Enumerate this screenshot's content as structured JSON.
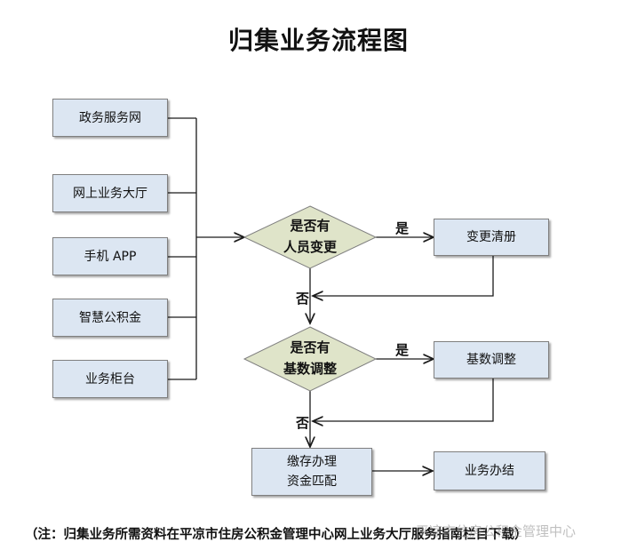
{
  "title": "归集业务流程图",
  "channels": [
    {
      "label": "政务服务网"
    },
    {
      "label": "网上业务大厅"
    },
    {
      "label": "手机 APP"
    },
    {
      "label": "智慧公积金"
    },
    {
      "label": "业务柜台"
    }
  ],
  "decision1": {
    "line1": "是否有",
    "line2": "人员变更"
  },
  "decision2": {
    "line1": "是否有",
    "line2": "基数调整"
  },
  "action1": "变更清册",
  "action2": "基数调整",
  "process": {
    "line1": "缴存办理",
    "line2": "资金匹配"
  },
  "final": "业务办结",
  "yes_label": "是",
  "no_label": "否",
  "note": "（注：归集业务所需资料在平凉市住房公积金管理中心网上业务大厅服务指南栏目下载）",
  "watermark": "平凉市住房公积金管理中心",
  "colors": {
    "box_fill": "#dce6f2",
    "diamond_fill": "#dfe4c9",
    "line": "#1a1a1a"
  }
}
